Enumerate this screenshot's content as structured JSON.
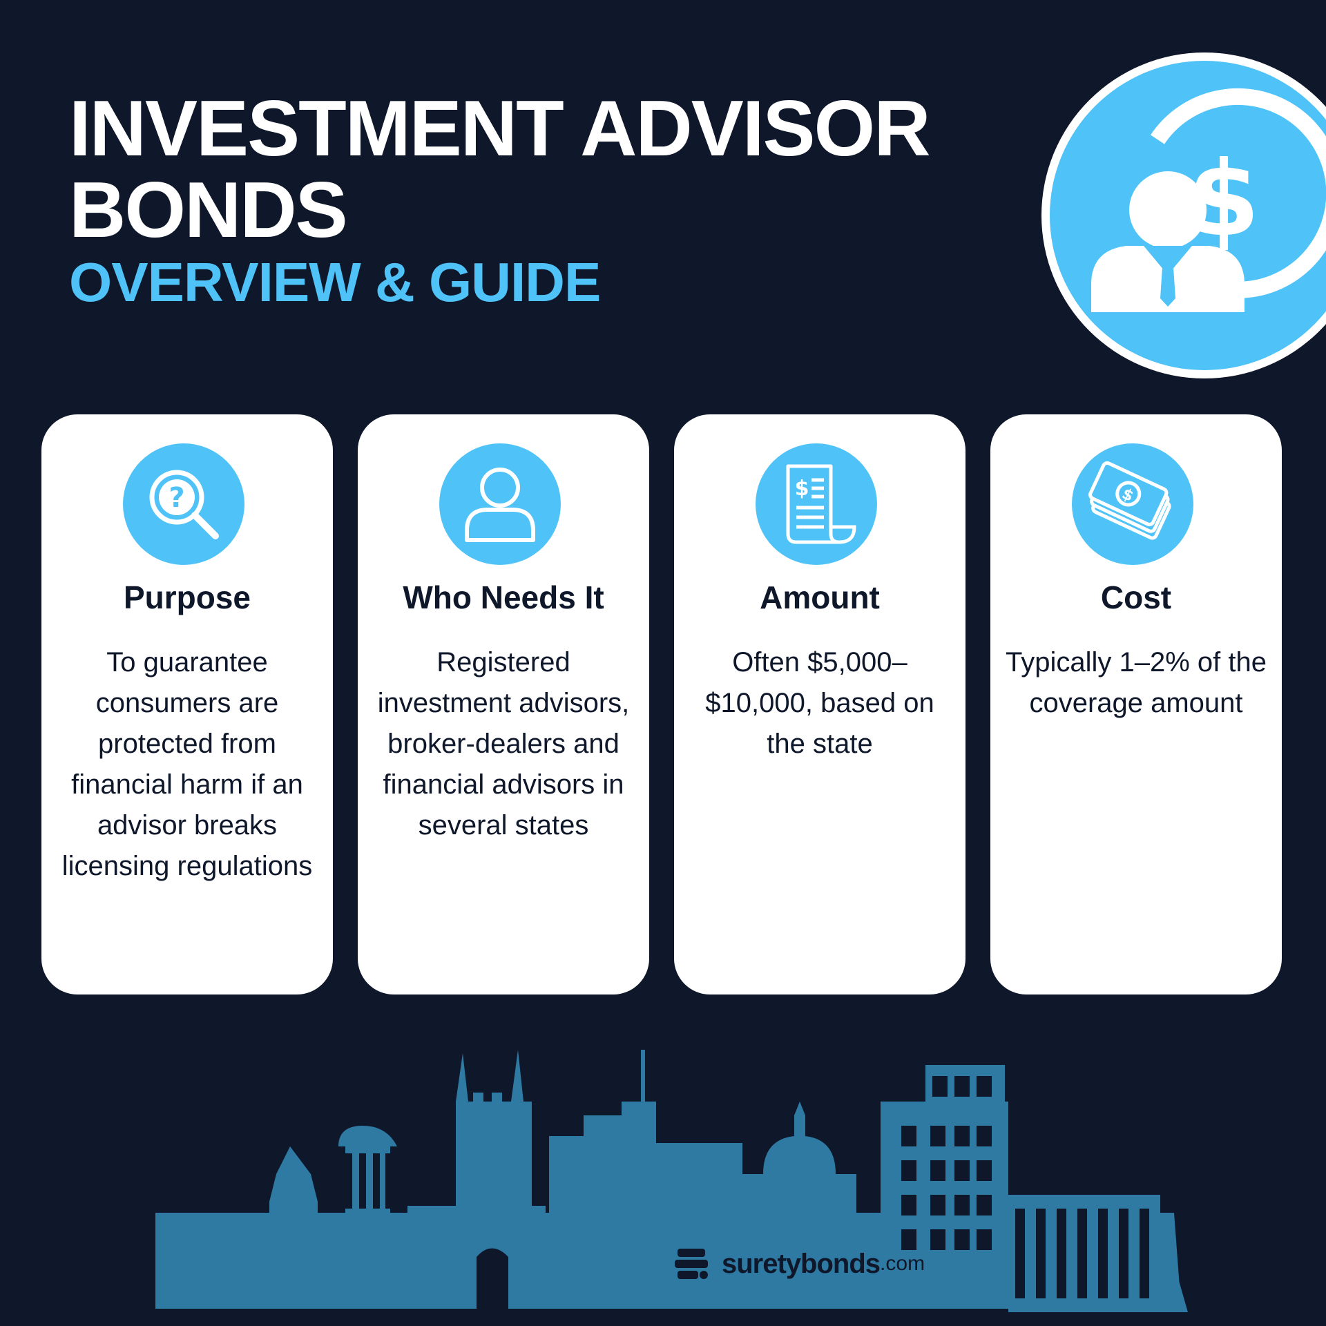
{
  "header": {
    "title_line1": "INVESTMENT ADVISOR",
    "title_line2": "BONDS",
    "subtitle": "OVERVIEW & GUIDE"
  },
  "colors": {
    "background": "#0f172a",
    "accent": "#4fc3f7",
    "skyline": "#2e7aa3",
    "card": "#ffffff"
  },
  "cards": [
    {
      "icon": "magnifier-question-icon",
      "heading": "Purpose",
      "body": "To guarantee consumers are protected from financial harm if an advisor breaks licensing regulations"
    },
    {
      "icon": "person-outline-icon",
      "heading": "Who Needs It",
      "body": "Registered investment advisors, broker-dealers and financial advisors in several states"
    },
    {
      "icon": "document-dollar-icon",
      "heading": "Amount",
      "body": "Often $5,000–$10,000, based on the state"
    },
    {
      "icon": "money-stack-icon",
      "heading": "Cost",
      "body": "Typically 1–2% of the coverage amount"
    }
  ],
  "footer": {
    "logo_word": "suretybonds",
    "logo_suffix": ".com"
  }
}
